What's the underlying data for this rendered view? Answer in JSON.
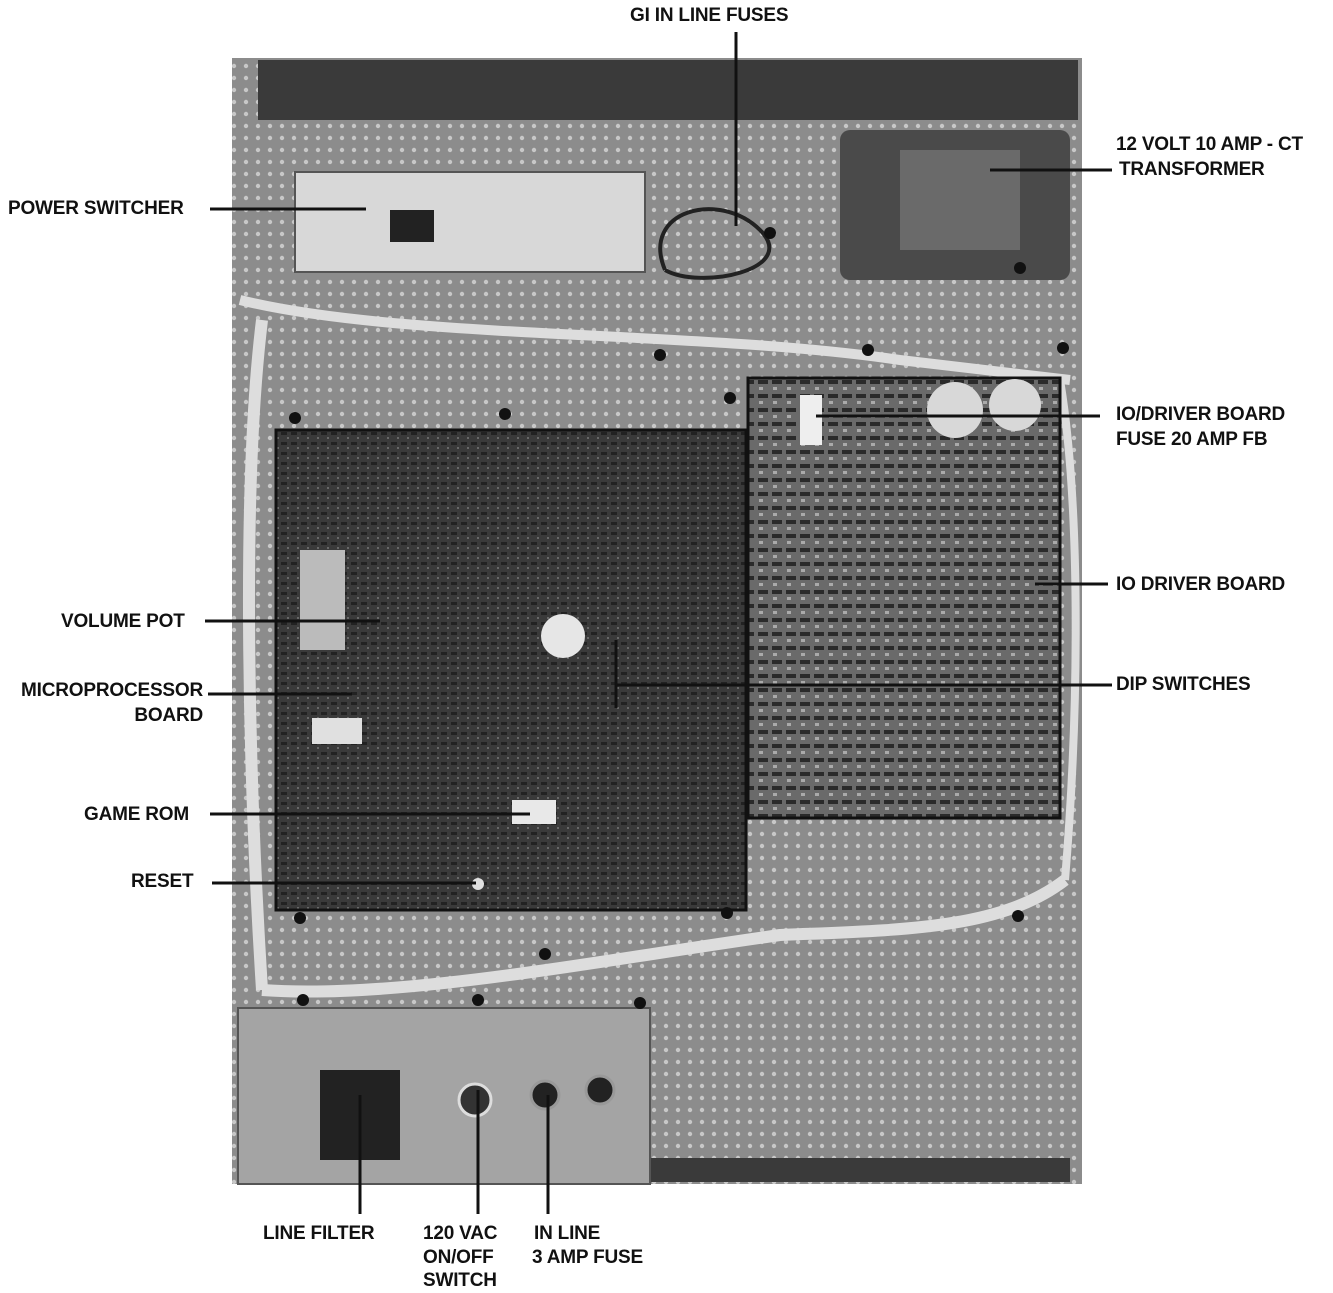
{
  "callouts": {
    "gi_fuses": "GI IN LINE FUSES",
    "transformer_l1": "12 VOLT 10 AMP - CT",
    "transformer_l2": "TRANSFORMER",
    "power_switcher": "POWER SWITCHER",
    "io_fuse_l1": "IO/DRIVER BOARD",
    "io_fuse_l2": "FUSE 20 AMP FB",
    "io_driver": "IO DRIVER BOARD",
    "volume_pot": "VOLUME POT",
    "micro_l1": "MICROPROCESSOR",
    "micro_l2": "BOARD",
    "dip_switches": "DIP SWITCHES",
    "game_rom": "GAME ROM",
    "reset": "RESET",
    "line_filter": "LINE FILTER",
    "vac_l1": "120 VAC",
    "vac_l2": "ON/OFF",
    "vac_l3": "SWITCH",
    "inline_fuse_l1": "IN LINE",
    "inline_fuse_l2": "3 AMP FUSE"
  }
}
